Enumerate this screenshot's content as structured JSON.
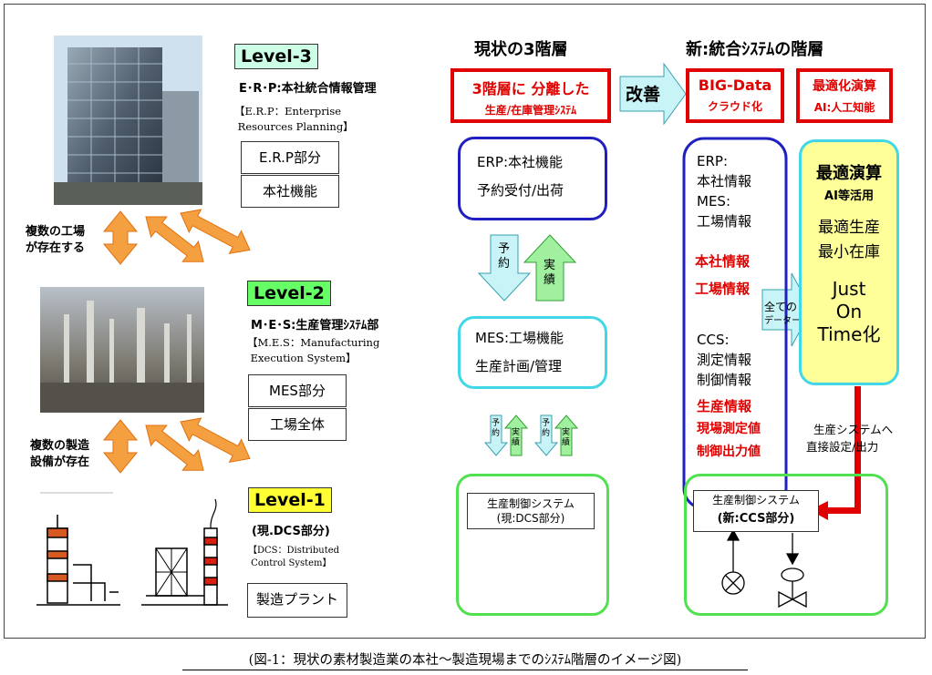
{
  "left": {
    "level3": {
      "badge": "Level-3",
      "title": "E･R･P:本社統合情報管理",
      "desc": "【E.R.P：Enterprise\n Resources Planning】",
      "box1": "E.R.P部分",
      "box2": "本社機能"
    },
    "note1": "複数の工場\nが存在する",
    "level2": {
      "badge": "Level-2",
      "title": "M･E･S:生産管理ｼｽﾃﾑ部",
      "desc": "【M.E.S：Manufacturing\n Execution System】",
      "box1": "MES部分",
      "box2": "工場全体"
    },
    "note2": "複数の製造\n設備が存在",
    "level1": {
      "badge": "Level-1",
      "title": "(現.DCS部分)",
      "desc": "【DCS：Distributed\n Control System】",
      "box1": "製造プラント"
    }
  },
  "middle": {
    "heading": "現状の3階層",
    "redbox_line1": "3階層に 分離した",
    "redbox_line2": "生産/在庫管理ｼｽﾃﾑ",
    "kaizen": "改善",
    "erp_line1": "ERP:本社機能",
    "erp_line2": "予約受付/出荷",
    "arrow_down": "予約",
    "arrow_up": "実績",
    "mes_line1": "MES:工場機能",
    "mes_line2": "生産計画/管理",
    "small_down": "予約",
    "small_up": "実績",
    "ctrl_line1": "生産制御システム",
    "ctrl_line2": "(現:DCS部分)"
  },
  "right": {
    "heading": "新:統合ｼｽﾃﾑの階層",
    "bigdata_line1": "BIG-Data",
    "bigdata_line2": "クラウド化",
    "opt_line1": "最適化演算",
    "opt_line2": "AI:人工知能",
    "blue_lines": [
      "ERP:",
      "本社情報",
      "MES:",
      "工場情報"
    ],
    "blue_red": [
      "本社情報",
      "工場情報"
    ],
    "blue_lines2": [
      "CCS:",
      "測定情報",
      "制御情報"
    ],
    "blue_red2": [
      "生産情報",
      "現場測定値",
      "制御出力値"
    ],
    "all_data_line1": "全ての",
    "all_data_line2": "データー",
    "yellow_title": "最適演算",
    "yellow_sub": "AI等活用",
    "yellow_mid1": "最適生産",
    "yellow_mid2": "最小在庫",
    "yellow_jit": [
      "Just",
      "On",
      "Time化"
    ],
    "direct_line1": "生産システムへ",
    "direct_line2": "直接設定/出力",
    "ctrl_line1": "生産制御システム",
    "ctrl_line2": "(新:CCS部分)"
  },
  "caption": "(図-1：現状の素材製造業の本社～製造現場までのｼｽﾃﾑ階層のイメージ図)"
}
